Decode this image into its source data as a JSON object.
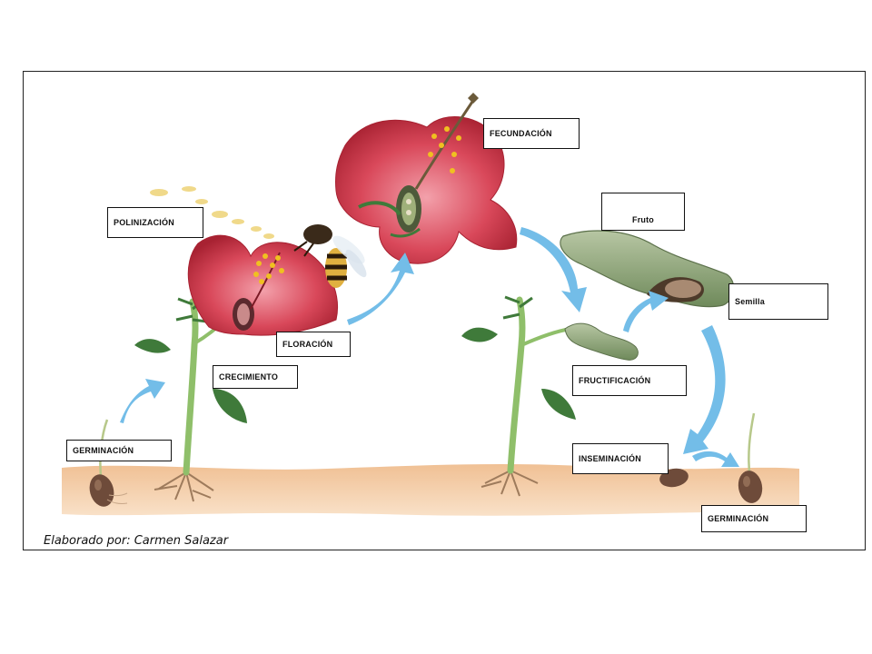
{
  "diagram": {
    "labels": {
      "germinacion_1": "GERMINACIÓN",
      "crecimiento": "CRECIMIENTO",
      "floracion": "FLORACIÓN",
      "polinizacion": "POLINIZACIÓN",
      "fecundacion": "FECUNDACIÓN",
      "fruto": "Fruto",
      "semilla": "Semilla",
      "fructificacion": "FRUCTIFICACIÓN",
      "inseminacion": "INSEMINACIÓN",
      "germinacion_2": "GERMINACIÓN"
    },
    "credit": "Elaborado por: Carmen Salazar",
    "colors": {
      "soil": "#f2c9a0",
      "stem": "#8fbf6a",
      "leaf": "#3f7a3a",
      "petal": "#c9303f",
      "petal_light": "#e8707e",
      "arrow": "#73bde8",
      "pod": "#8fa57a",
      "seed": "#6e4b3a",
      "pollen": "#f0d98a"
    }
  }
}
